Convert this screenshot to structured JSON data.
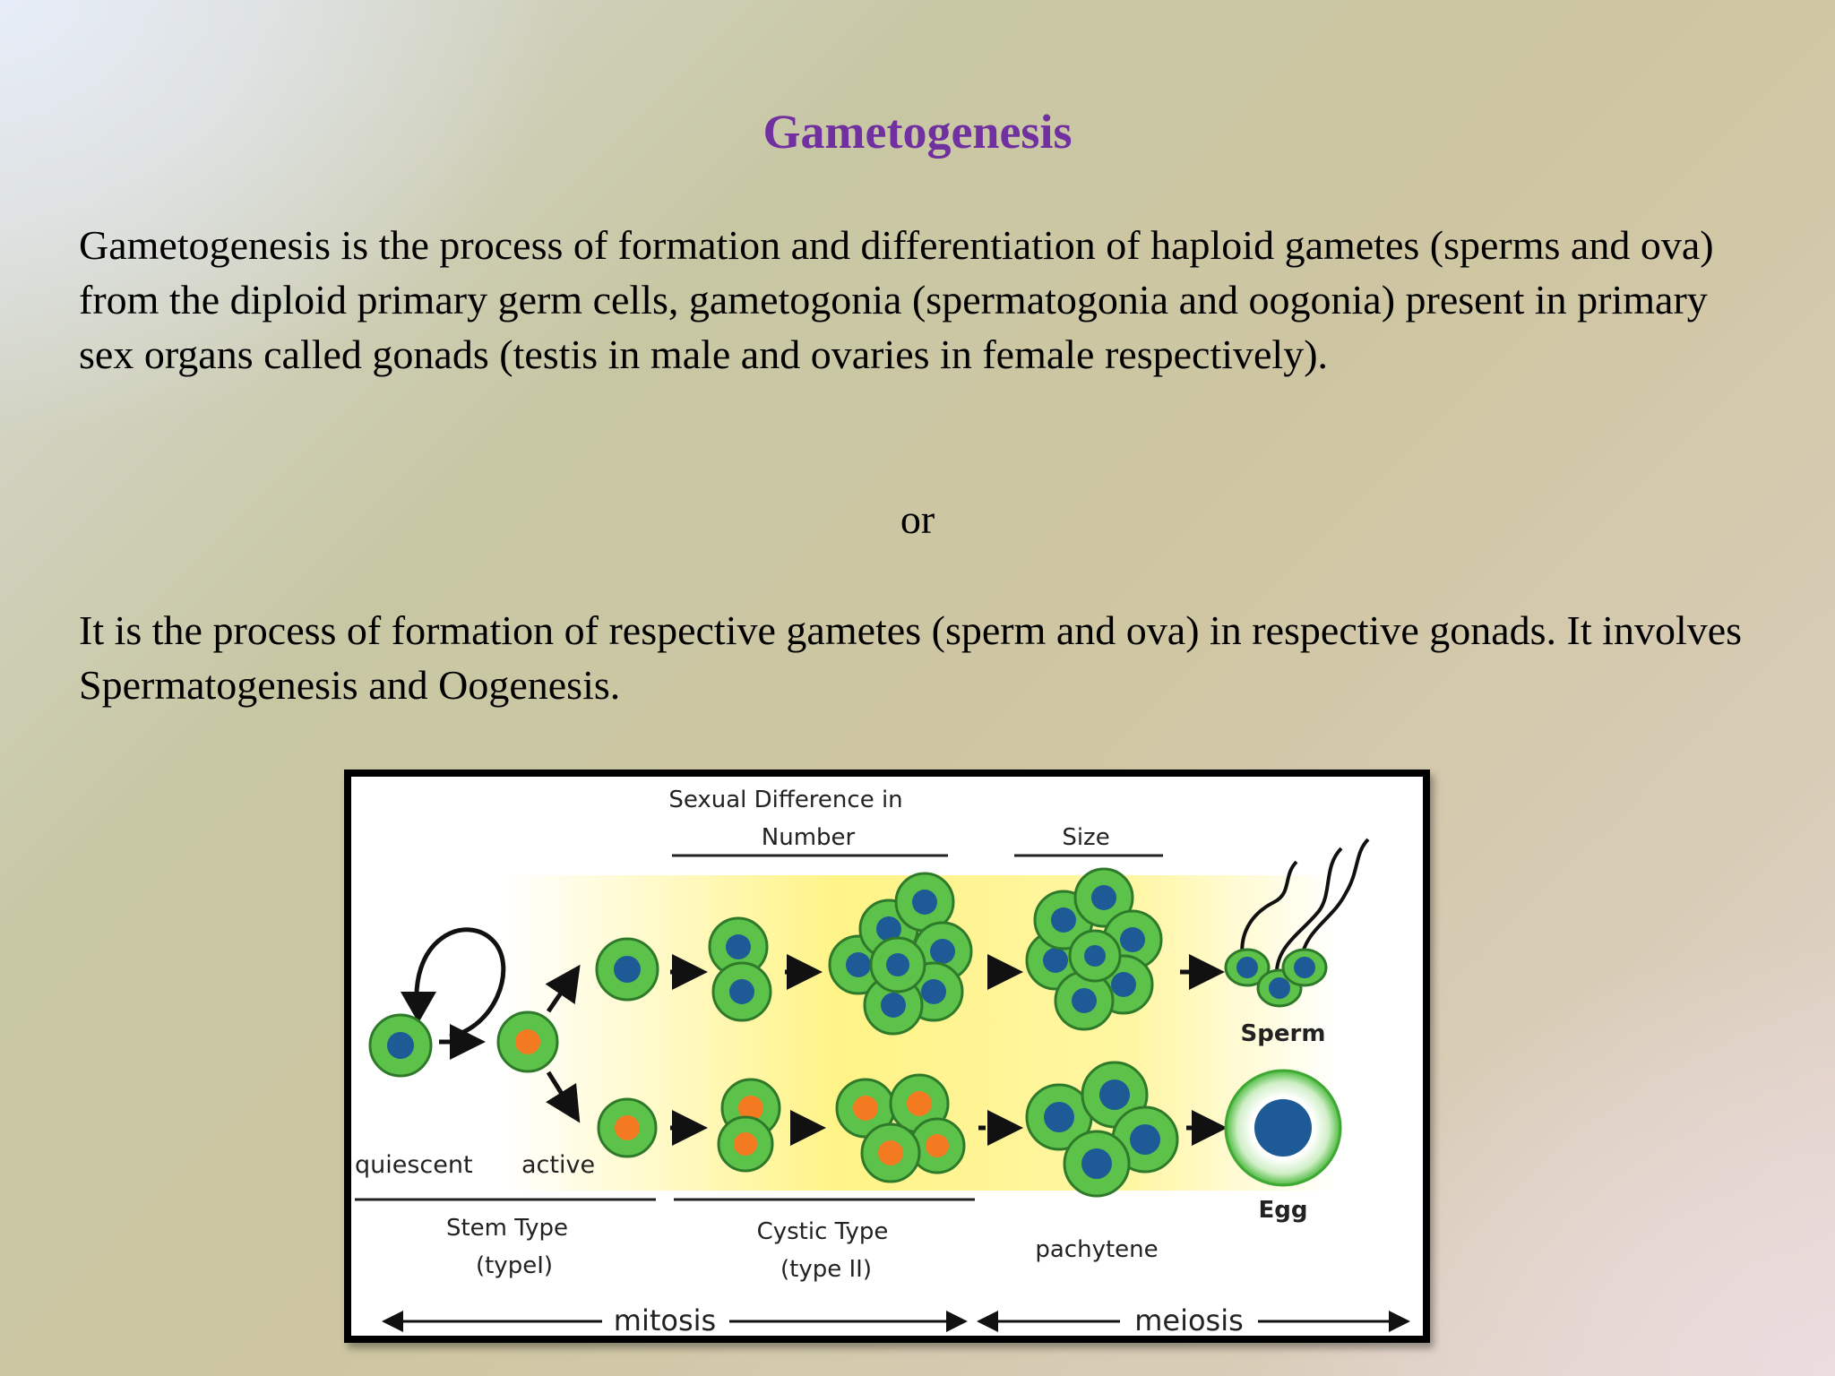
{
  "slide": {
    "title": "Gametogenesis",
    "paragraph1": "Gametogenesis is the process of formation and differentiation of haploid gametes (sperms and ova) from the diploid primary germ cells, gametogonia (spermatogonia and oogonia) present in primary sex organs called gonads (testis in male and ovaries in female respectively).",
    "or": "or",
    "paragraph2": "It is the process of formation of respective gametes (sperm and ova) in respective gonads. It involves Spermatogenesis and Oogenesis."
  },
  "figure": {
    "header_line1": "Sexual Difference in",
    "header_number": "Number",
    "header_size": "Size",
    "label_sperm": "Sperm",
    "label_egg": "Egg",
    "label_quiescent": "quiescent",
    "label_active": "active",
    "stem_type_line1": "Stem Type",
    "stem_type_line2": "(typeI)",
    "cystic_type_line1": "Cystic Type",
    "cystic_type_line2": "(type II)",
    "label_pachytene": "pachytene",
    "label_mitosis": "mitosis",
    "label_meiosis": "meiosis",
    "colors": {
      "title": "#7030a0",
      "cell_membrane": "#5cc24a",
      "cell_border": "#2f7a2a",
      "nucleus_blue": "#1d5a96",
      "nucleus_orange": "#f37a21",
      "highlight": "#fff27a"
    }
  }
}
